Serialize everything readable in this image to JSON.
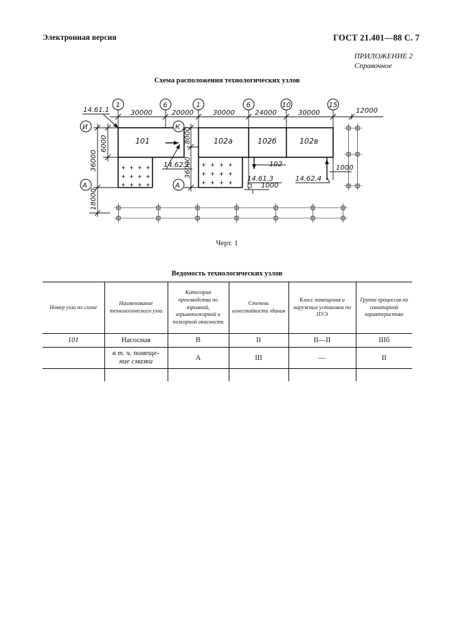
{
  "header": {
    "left": "Электронная версия",
    "right": "ГОСТ 21.401—88 С. 7"
  },
  "appendix": {
    "title": "ПРИЛОЖЕНИЕ 2",
    "subtitle": "Справочное"
  },
  "scheme": {
    "title": "Схема расположения технологических узлов",
    "caption": "Черт. 1",
    "axes_top": [
      "1",
      "6",
      "1",
      "6",
      "10",
      "15"
    ],
    "axes_left_a": "И",
    "axes_left_b": "А",
    "axes_mid_a": "К",
    "axes_mid_b": "А",
    "dims_top": [
      "30000",
      "20000",
      "30000",
      "24000",
      "30000",
      "12000"
    ],
    "dims_left": [
      "36000",
      "6000",
      "18000"
    ],
    "dims_mid": [
      "8000",
      "36000"
    ],
    "dims_right": [
      "1000",
      "1000"
    ],
    "nodes": [
      "101",
      "102а",
      "102б",
      "102в",
      "102"
    ],
    "callouts": [
      "14.61.1",
      "14.62.1",
      "14.61.3",
      "14.62.4"
    ]
  },
  "table": {
    "title": "Ведомость технологических узлов",
    "headers": [
      "Номер узла по схеме",
      "Наименование технологического узла",
      "Категория производства по взрывной, взрывопожарной и пожарной опасности",
      "Степень огнестойкости здания",
      "Класс помещения и наружных установок по ПУЭ",
      "Группа процессов по санитарной характеристике"
    ],
    "rows": [
      [
        "101",
        "Насосная",
        "В",
        "II",
        "II—II",
        "IIIб"
      ],
      [
        "",
        "в т. ч. помеще-\nние смазки",
        "А",
        "III",
        "—",
        "II"
      ],
      [
        "",
        "",
        "",
        "",
        "",
        ""
      ]
    ]
  }
}
